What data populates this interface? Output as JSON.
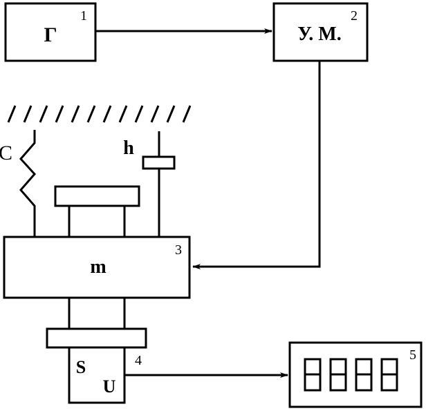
{
  "blocks": {
    "generator": {
      "label": "Г",
      "number": "1"
    },
    "amplifier": {
      "label": "У. М.",
      "number": "2"
    },
    "mass": {
      "label": "m",
      "number": "3"
    },
    "sensor": {
      "label_s": "S",
      "label_u": "U",
      "number": "4"
    },
    "display": {
      "number": "5",
      "digit_count": 4
    }
  },
  "elements": {
    "spring": {
      "label": "C"
    },
    "damper": {
      "label": "h"
    }
  },
  "colors": {
    "stroke": "#000000",
    "background": "#ffffff"
  }
}
